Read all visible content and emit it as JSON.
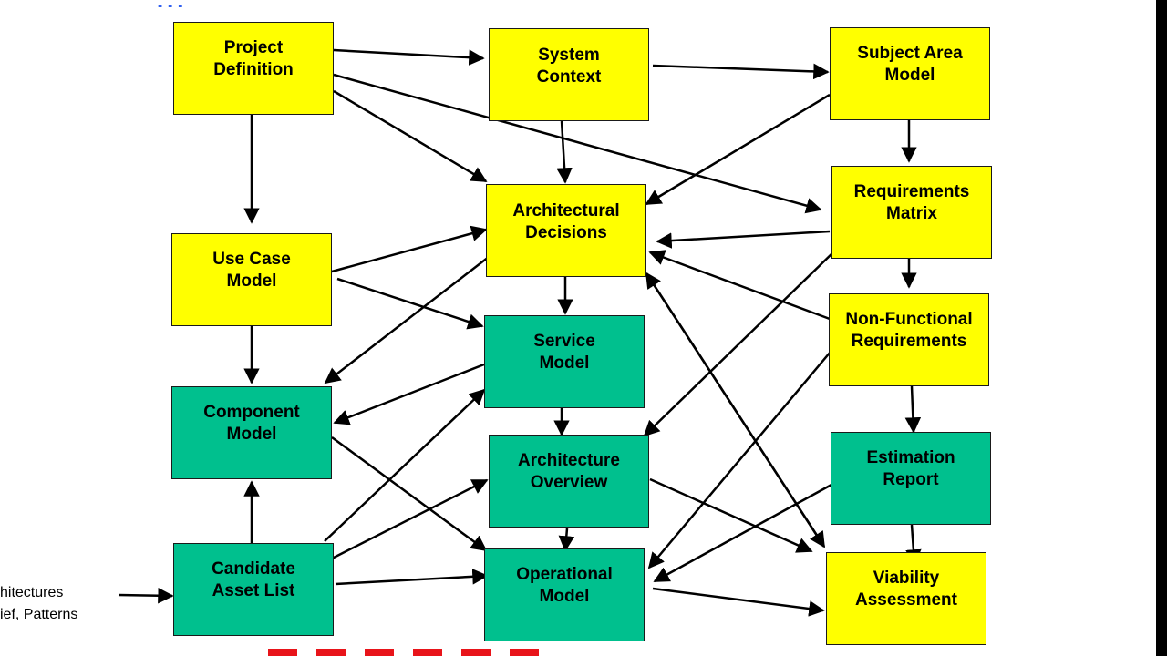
{
  "title_fragment": "...",
  "side_text": {
    "line1": "hitectures",
    "line2": "ief, Patterns"
  },
  "boxes": {
    "project_definition": "Project\nDefinition",
    "system_context": "System\nContext",
    "subject_area_model": "Subject Area\nModel",
    "architectural_decisions": "Architectural\nDecisions",
    "requirements_matrix": "Requirements\nMatrix",
    "use_case_model": "Use Case\nModel",
    "service_model": "Service\nModel",
    "non_functional_requirements": "Non-Functional\nRequirements",
    "component_model": "Component\nModel",
    "architecture_overview": "Architecture\nOverview",
    "estimation_report": "Estimation\nReport",
    "candidate_asset_list": "Candidate\nAsset List",
    "operational_model": "Operational\nModel",
    "viability_assessment": "Viability\nAssessment"
  },
  "colors": {
    "yellow": "#ffff00",
    "teal": "#00c08e",
    "title_blue": "#2f5ff0",
    "red_dash": "#e8141a"
  }
}
